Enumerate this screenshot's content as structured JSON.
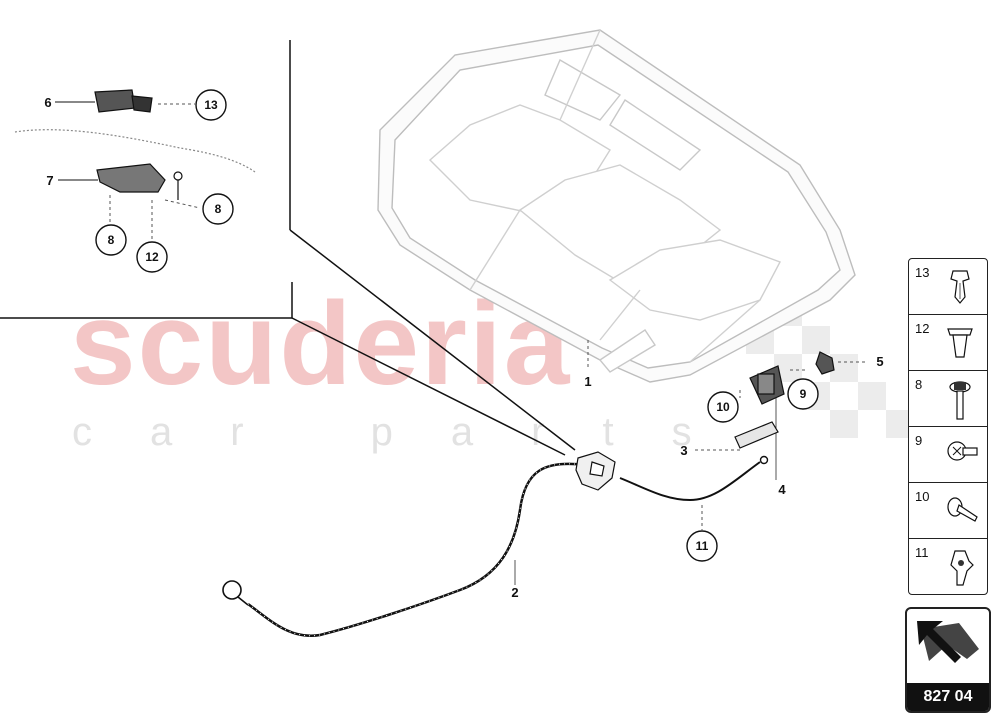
{
  "watermark": {
    "brand": "scuderia",
    "tagline": "car parts"
  },
  "callouts": {
    "c1": "1",
    "c2": "2",
    "c3": "3",
    "c4": "4",
    "c5": "5",
    "c6": "6",
    "c7": "7",
    "c8a": "8",
    "c8b": "8",
    "c9": "9",
    "c10": "10",
    "c11": "11",
    "c12": "12",
    "c13": "13"
  },
  "legend": {
    "items": [
      {
        "number": "13",
        "icon": "push-clip-icon"
      },
      {
        "number": "12",
        "icon": "plug-clip-icon"
      },
      {
        "number": "8",
        "icon": "flange-bolt-icon"
      },
      {
        "number": "9",
        "icon": "bolt-icon"
      },
      {
        "number": "10",
        "icon": "screw-icon"
      },
      {
        "number": "11",
        "icon": "cable-clip-icon"
      }
    ]
  },
  "nav": {
    "code": "827 04",
    "icon": "back-arrow-icon"
  }
}
